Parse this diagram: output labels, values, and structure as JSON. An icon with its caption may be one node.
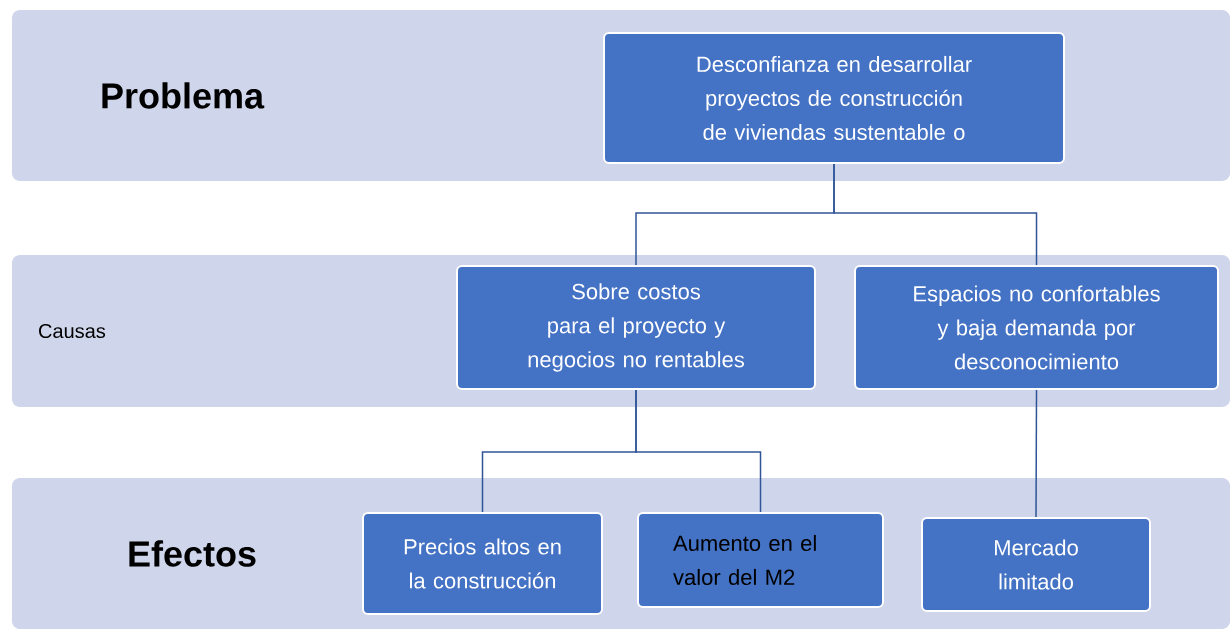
{
  "diagram": {
    "nodes": [
      {
        "text": [
          "Problema"
        ]
      },
      {
        "text": [
          "Desconfianza en desarrollar proyectos de construcción de viviendas sustentable o"
        ],
        "in": 0
      },
      {
        "text": [
          "Causas"
        ]
      },
      {
        "text": [
          "Sobre costos para el proyecto y negocios no rentables"
        ],
        "in": 2
      },
      {
        "text": [
          "Espacios no confortables y baja demanda por desconocimiento"
        ],
        "in": 2
      },
      {
        "text": [
          "Efectos"
        ]
      },
      {
        "text": [
          "Precios altos en la construcción"
        ],
        "in": 5
      },
      {
        "text": [
          "Aumento en el valor del M2"
        ],
        "in": 5
      },
      {
        "text": [
          "Mercado limitado"
        ],
        "in": 5
      }
    ],
    "edges": [
      {
        "from": 1,
        "to": 3,
        "arrow": "none"
      },
      {
        "from": 1,
        "to": 4,
        "arrow": "none"
      },
      {
        "from": 3,
        "to": 6,
        "arrow": "none"
      },
      {
        "from": 3,
        "to": 7,
        "arrow": "none"
      },
      {
        "from": 4,
        "to": 8,
        "arrow": "none"
      }
    ]
  }
}
